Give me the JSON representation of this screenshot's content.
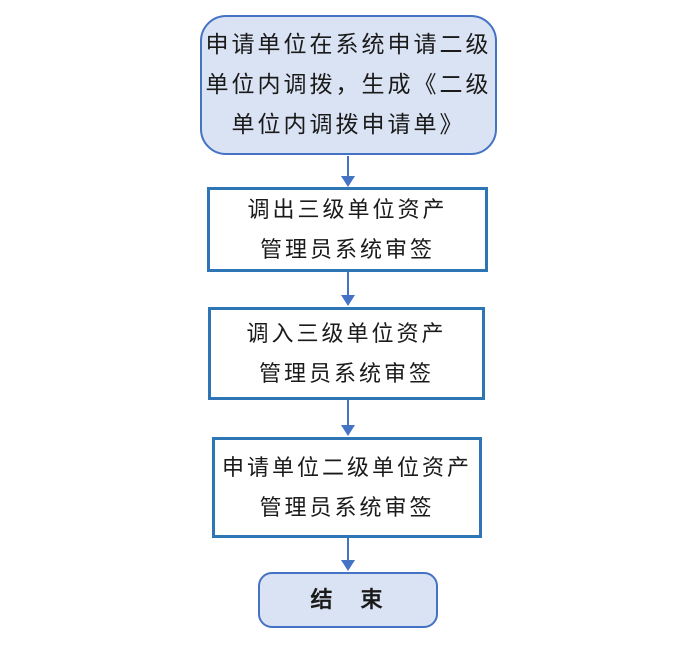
{
  "diagram": {
    "type": "flowchart",
    "direction": "top-down",
    "node_count": 5,
    "connector_count": 4
  },
  "nodes": [
    {
      "id": "start",
      "shape": "rounded-rectangle",
      "role": "start",
      "lines": [
        "申请单位在系统申请二级",
        "单位内调拨，生成《二级",
        "单位内调拨申请单》"
      ]
    },
    {
      "id": "step-1",
      "shape": "rectangle",
      "role": "process",
      "lines": [
        "调出三级单位资产",
        "管理员系统审签"
      ]
    },
    {
      "id": "step-2",
      "shape": "rectangle",
      "role": "process",
      "lines": [
        "调入三级单位资产",
        "管理员系统审签"
      ]
    },
    {
      "id": "step-3",
      "shape": "rectangle",
      "role": "process",
      "lines": [
        "申请单位二级单位资产",
        "管理员系统审签"
      ]
    },
    {
      "id": "end",
      "shape": "rounded-rectangle",
      "role": "end",
      "lines": [
        "结　束"
      ]
    }
  ],
  "connectors": [
    {
      "from": "start",
      "to": "step-1",
      "style": "arrow-down"
    },
    {
      "from": "step-1",
      "to": "step-2",
      "style": "arrow-down"
    },
    {
      "from": "step-2",
      "to": "step-3",
      "style": "arrow-down"
    },
    {
      "from": "step-3",
      "to": "end",
      "style": "arrow-down"
    }
  ],
  "colors": {
    "background": "#FFFFFF",
    "rounded_node_fill": "#DAE3F3",
    "rounded_node_border": "#4472C4",
    "process_node_fill": "#FFFFFF",
    "process_node_border": "#2E75B6",
    "arrow": "#4472C4",
    "text": "#1A1A1A"
  }
}
